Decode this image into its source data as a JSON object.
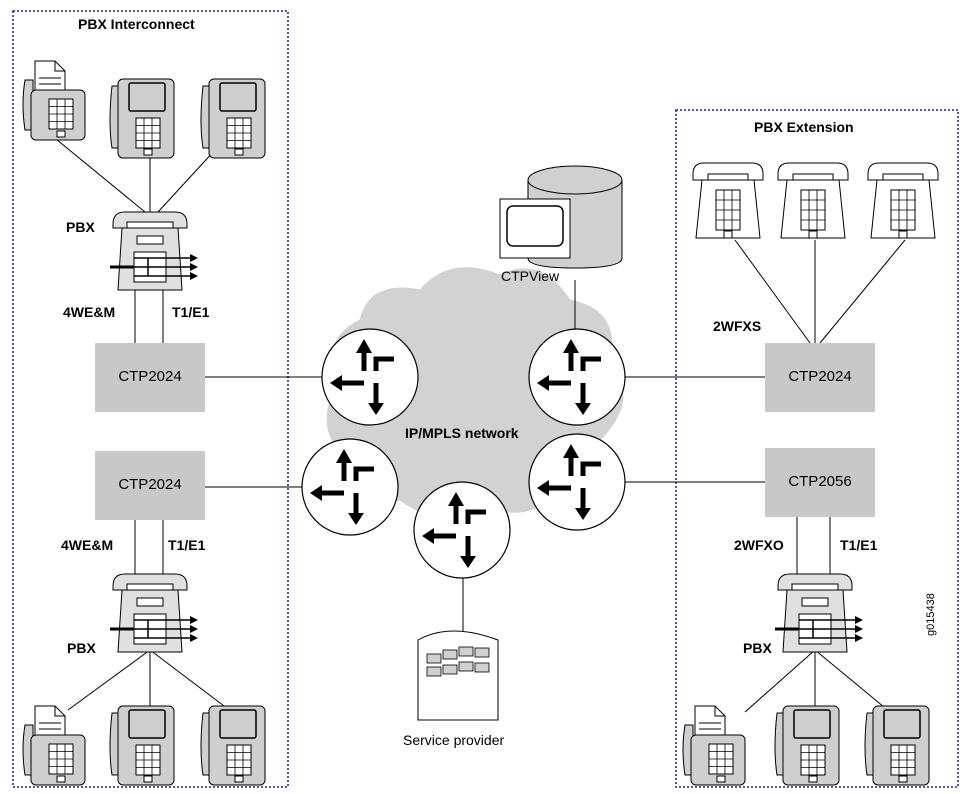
{
  "panels": {
    "left_title": "PBX Interconnect",
    "right_title": "PBX Extension"
  },
  "devices": {
    "ctp_left_top": "CTP2024",
    "ctp_left_bottom": "CTP2024",
    "ctp_right_top": "CTP2024",
    "ctp_right_bottom": "CTP2056"
  },
  "labels": {
    "pbx_top": "PBX",
    "pbx_bottom_left": "PBX",
    "pbx_bottom_right": "PBX",
    "left_top_em": "4WE&M",
    "left_top_t1": "T1/E1",
    "left_bottom_em": "4WE&M",
    "left_bottom_t1": "T1/E1",
    "right_fxs": "2WFXS",
    "right_fxo": "2WFXO",
    "right_t1": "T1/E1",
    "network": "IP/MPLS network",
    "ctpview": "CTPView",
    "service_provider": "Service provider",
    "figure_id": "g015438"
  },
  "colors": {
    "panel_border": "#1a1aa8",
    "device_fill": "#c8c8c8",
    "cloud_fill": "#d2d2d2",
    "phone_fill": "#cfcfcf"
  }
}
